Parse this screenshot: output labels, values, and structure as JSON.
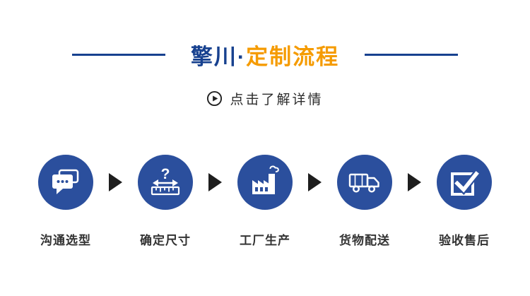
{
  "header": {
    "title_brand": "擎川·",
    "title_highlight": "定制流程",
    "subtitle": "点击了解详情"
  },
  "steps": [
    {
      "label": "沟通选型",
      "icon": "chat-bubbles-icon"
    },
    {
      "label": "确定尺寸",
      "icon": "ruler-measure-icon"
    },
    {
      "label": "工厂生产",
      "icon": "factory-icon"
    },
    {
      "label": "货物配送",
      "icon": "delivery-truck-icon"
    },
    {
      "label": "验收售后",
      "icon": "checkmark-icon"
    }
  ],
  "colors": {
    "primary_blue": "#2b4f9d",
    "title_blue": "#17418f",
    "accent_orange": "#f59b00",
    "arrow_color": "#1e1e1e",
    "label_color": "#333333"
  }
}
